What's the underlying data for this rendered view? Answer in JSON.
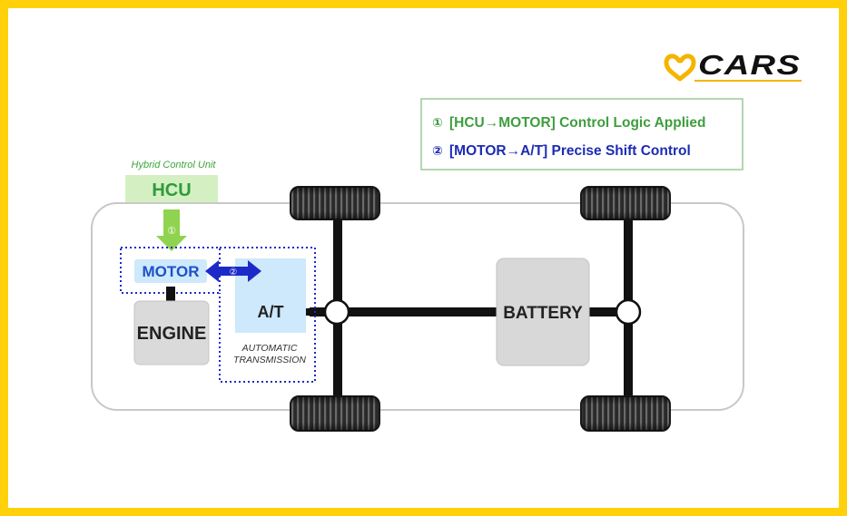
{
  "brand": {
    "logo_text": "CARS",
    "logo_icon": "heart-outline-icon",
    "colors": {
      "frame": "#FFD10A",
      "logo": "#111111",
      "logo_accent": "#F5B400"
    }
  },
  "legend": {
    "item1_marker": "①",
    "item1_text": "[HCU→MOTOR] Control Logic Applied",
    "item2_marker": "②",
    "item2_text": "[MOTOR→A/T] Precise Shift Control",
    "colors": {
      "item1": "#3E9E3E",
      "item2": "#1C2BB5"
    }
  },
  "diagram": {
    "hcu_caption": "Hybrid Control Unit",
    "hcu_label": "HCU",
    "motor_label": "MOTOR",
    "engine_label": "ENGINE",
    "at_label": "A/T",
    "at_caption_line1": "AUTOMATIC",
    "at_caption_line2": "TRANSMISSION",
    "battery_label": "BATTERY",
    "arrow1_marker": "①",
    "arrow2_marker": "②",
    "colors": {
      "hcu_box": "#D4F0C2",
      "hcu_text": "#2E9B3A",
      "green_arrow": "#8FD34E",
      "blue_arrow": "#1C2BC8",
      "motor_box": "#CDE9FB",
      "motor_text": "#1E50C8",
      "at_box": "#CDE9FB",
      "engine_box": "#DADADA",
      "battery_box": "#D8D8D8",
      "dotted_border": "#1C2BC8",
      "axle": "#111111",
      "tire": "#2A2A2A"
    }
  }
}
